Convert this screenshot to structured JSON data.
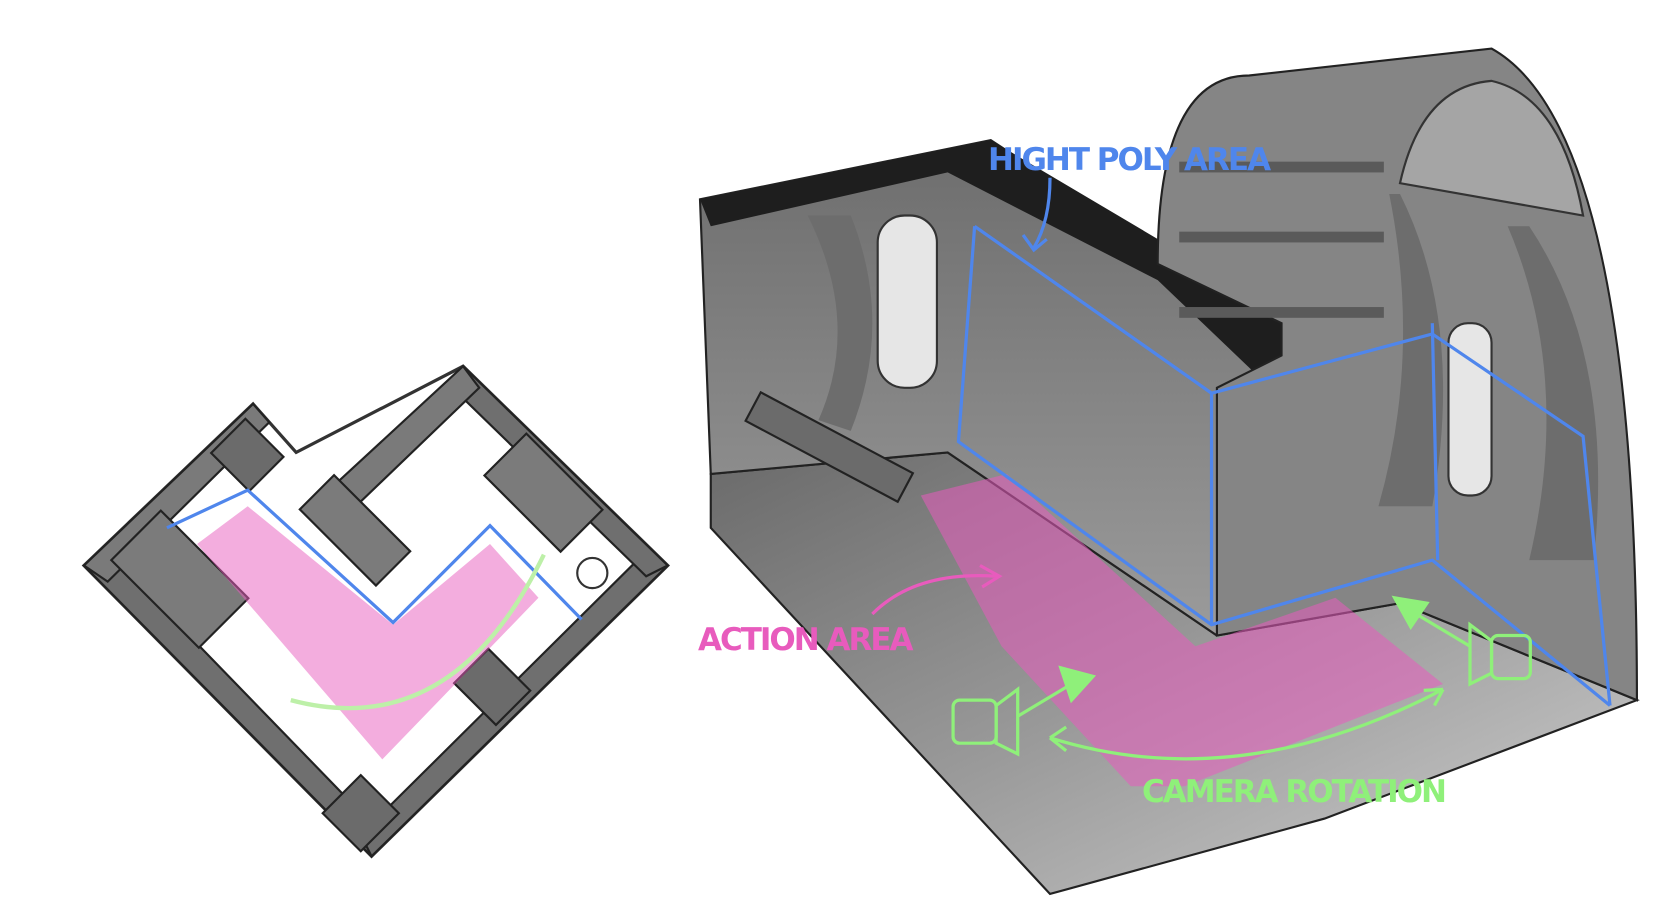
{
  "labels": {
    "high_poly": "HIGHT POLY AREA",
    "action": "ACTION AREA",
    "camera": "CAMERA ROTATION"
  },
  "colors": {
    "high_poly": "#4f86ec",
    "action": "#e85bbd",
    "camera": "#8ff07a",
    "wall": "#1e1e1e",
    "floor": "#8a8a8a"
  }
}
